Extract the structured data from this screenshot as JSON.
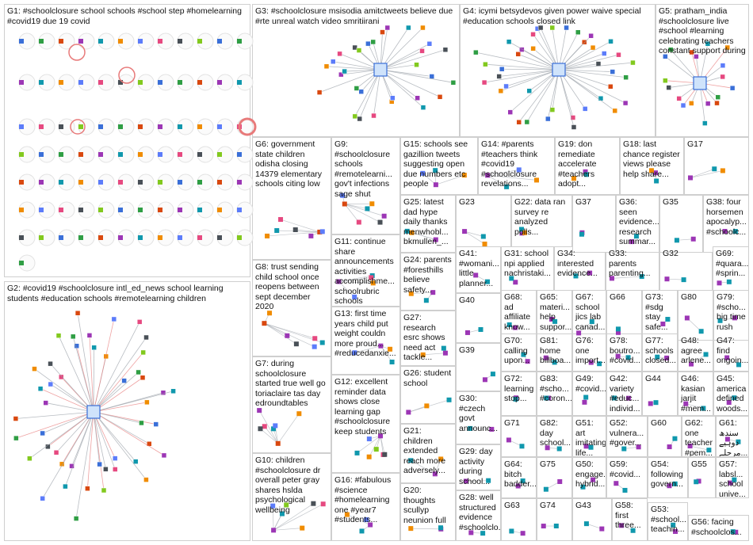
{
  "groups": [
    {
      "id": "G1",
      "label": "G1: #schoolclosure school schools #school step #homelearning #covid19 due 19 covid"
    },
    {
      "id": "G2",
      "label": "G2: #covid19 #schoolclosure intl_ed_news school learning students #education schools #remotelearning children"
    },
    {
      "id": "G3",
      "label": "G3: #schoolclosure msisodia amitctweets believe due #rte unreal watch video smritiirani"
    },
    {
      "id": "G4",
      "label": "G4: icymi betsydevos given power waive special #education schools closed link"
    },
    {
      "id": "G5",
      "label": "G5: pratham_india #schoolclosure live #school #learning celebrating teachers constant support during"
    },
    {
      "id": "G6",
      "label": "G6: government state children odisha closing 14379 elementary schools citing low"
    },
    {
      "id": "G7",
      "label": "G7: during schoolclosure started true well go toriaclaire tas day edroundtables"
    },
    {
      "id": "G8",
      "label": "G8: trust sending child school once reopens between sept december 2020"
    },
    {
      "id": "G9",
      "label": "G9: #schoolclosure schools #remotelearni... gov't infections sage shut"
    },
    {
      "id": "G10",
      "label": "G10: children #schoolclosure dr overall peter gray shares hslda psychological wellbeing"
    },
    {
      "id": "G11",
      "label": "G11: continue share announcements activities accomplishme... schoolrubric schools communicate..."
    },
    {
      "id": "G12",
      "label": "G12: excellent reminder data shows close learning gap #schoolclosure keep students"
    },
    {
      "id": "G13",
      "label": "G13: first time years child put weight couldn more proud... #reducedanxie..."
    },
    {
      "id": "G14",
      "label": "G14: #parents #teachers think #covid19 #schoolclosure revelations..."
    },
    {
      "id": "G15",
      "label": "G15: schools see gazillion tweets suggesting open due numbers etc people"
    },
    {
      "id": "G16",
      "label": "G16: #fabulous #science #homelearning one #year7 #students..."
    },
    {
      "id": "G17",
      "label": "G17"
    },
    {
      "id": "G18",
      "label": "G18: last chance register views please help share..."
    },
    {
      "id": "G19",
      "label": "G19: don remediate accelerate #teachers adopt..."
    },
    {
      "id": "G20",
      "label": "G20: thoughts scullyp neunion full"
    },
    {
      "id": "G21",
      "label": "G21: children extended reach more adversely..."
    },
    {
      "id": "G22",
      "label": "G22: data ran survey re analyzed polls..."
    },
    {
      "id": "G23",
      "label": "G23"
    },
    {
      "id": "G24",
      "label": "G24: parents #foresthills believe safety..."
    },
    {
      "id": "G25",
      "label": "G25: latest dad hype daily thanks menwhobl... bkmullen_..."
    },
    {
      "id": "G26",
      "label": "G26: student school"
    },
    {
      "id": "G27",
      "label": "G27: research esrc shows need act tackle..."
    },
    {
      "id": "G28",
      "label": "G28: well structured evidence #schoolclo..."
    },
    {
      "id": "G29",
      "label": "G29: day activity during school..."
    },
    {
      "id": "G30",
      "label": "G30: #czech govt announc..."
    },
    {
      "id": "G31",
      "label": "G31: school npi applied nachristaki..."
    },
    {
      "id": "G32",
      "label": "G32"
    },
    {
      "id": "G33",
      "label": "G33: parents parenting..."
    },
    {
      "id": "G34",
      "label": "G34: interested evidence..."
    },
    {
      "id": "G35",
      "label": "G35"
    },
    {
      "id": "G36",
      "label": "G36: seen evidence... research summar..."
    },
    {
      "id": "G37",
      "label": "G37"
    },
    {
      "id": "G38",
      "label": "G38: four horsemen apocalyp... #schoolc..."
    },
    {
      "id": "G39",
      "label": "G39"
    },
    {
      "id": "G40",
      "label": "G40"
    },
    {
      "id": "G41",
      "label": "G41: #womani... little planner..."
    },
    {
      "id": "G42",
      "label": "G42: variety #educ... individ..."
    },
    {
      "id": "G43",
      "label": "G43"
    },
    {
      "id": "G44",
      "label": "G44"
    },
    {
      "id": "G45",
      "label": "G45: america defined woods..."
    },
    {
      "id": "G46",
      "label": "G46: kasian jarjit #mem..."
    },
    {
      "id": "G47",
      "label": "G47: find ongoin..."
    },
    {
      "id": "G48",
      "label": "G48: agree arlene..."
    },
    {
      "id": "G49",
      "label": "G49: #covid..."
    },
    {
      "id": "G50",
      "label": "G50: engage... hybrid..."
    },
    {
      "id": "G51",
      "label": "G51: art imitating life..."
    },
    {
      "id": "G52",
      "label": "G52: vulnera... #gover..."
    },
    {
      "id": "G53",
      "label": "G53: #school... teachin..."
    },
    {
      "id": "G54",
      "label": "G54: following govern..."
    },
    {
      "id": "G55",
      "label": "G55"
    },
    {
      "id": "G56",
      "label": "G56: facing #schoolclos..."
    },
    {
      "id": "G57",
      "label": "G57: labsl... school unive..."
    },
    {
      "id": "G58",
      "label": "G58: first three..."
    },
    {
      "id": "G59",
      "label": "G59: #covid..."
    },
    {
      "id": "G60",
      "label": "G60"
    },
    {
      "id": "G61",
      "label": "G61: سندھ دوہیے مرحلے..."
    },
    {
      "id": "G62",
      "label": "G62: one teacher #pem..."
    },
    {
      "id": "G63",
      "label": "G63"
    },
    {
      "id": "G64",
      "label": "G64: bitch badder..."
    },
    {
      "id": "G65",
      "label": "G65: materi... help suppor..."
    },
    {
      "id": "G66",
      "label": "G66"
    },
    {
      "id": "G67",
      "label": "G67: school jics lab canad..."
    },
    {
      "id": "G68",
      "label": "G68: ad affiliate know..."
    },
    {
      "id": "G69",
      "label": "G69: #quara... #sprin..."
    },
    {
      "id": "G70",
      "label": "G70: calling upon..."
    },
    {
      "id": "G71",
      "label": "G71"
    },
    {
      "id": "G72",
      "label": "G72: learning stop..."
    },
    {
      "id": "G73",
      "label": "G73: #sdg stay safe..."
    },
    {
      "id": "G74",
      "label": "G74"
    },
    {
      "id": "G75",
      "label": "G75"
    },
    {
      "id": "G76",
      "label": "G76: one import..."
    },
    {
      "id": "G77",
      "label": "G77: schools closed..."
    },
    {
      "id": "G78",
      "label": "G78: boutro... #covid..."
    },
    {
      "id": "G79",
      "label": "G79: #scho... big time rush"
    },
    {
      "id": "G80",
      "label": "G80"
    },
    {
      "id": "G81",
      "label": "G81: home billboa..."
    },
    {
      "id": "G82",
      "label": "G82: day school..."
    },
    {
      "id": "G83",
      "label": "G83: #scho... #coron..."
    }
  ],
  "colors": {
    "edge_highlight": "#e87a7a",
    "edge_default": "#9aa0a8",
    "group_border": "#cfcfcf",
    "node_fill": "#ffffff",
    "node_stroke": "#c8c8c8"
  },
  "hub_icons": [
    "avatar-hub-g2",
    "avatar-hub-g3",
    "avatar-hub-g4",
    "avatar-hub-g5"
  ]
}
